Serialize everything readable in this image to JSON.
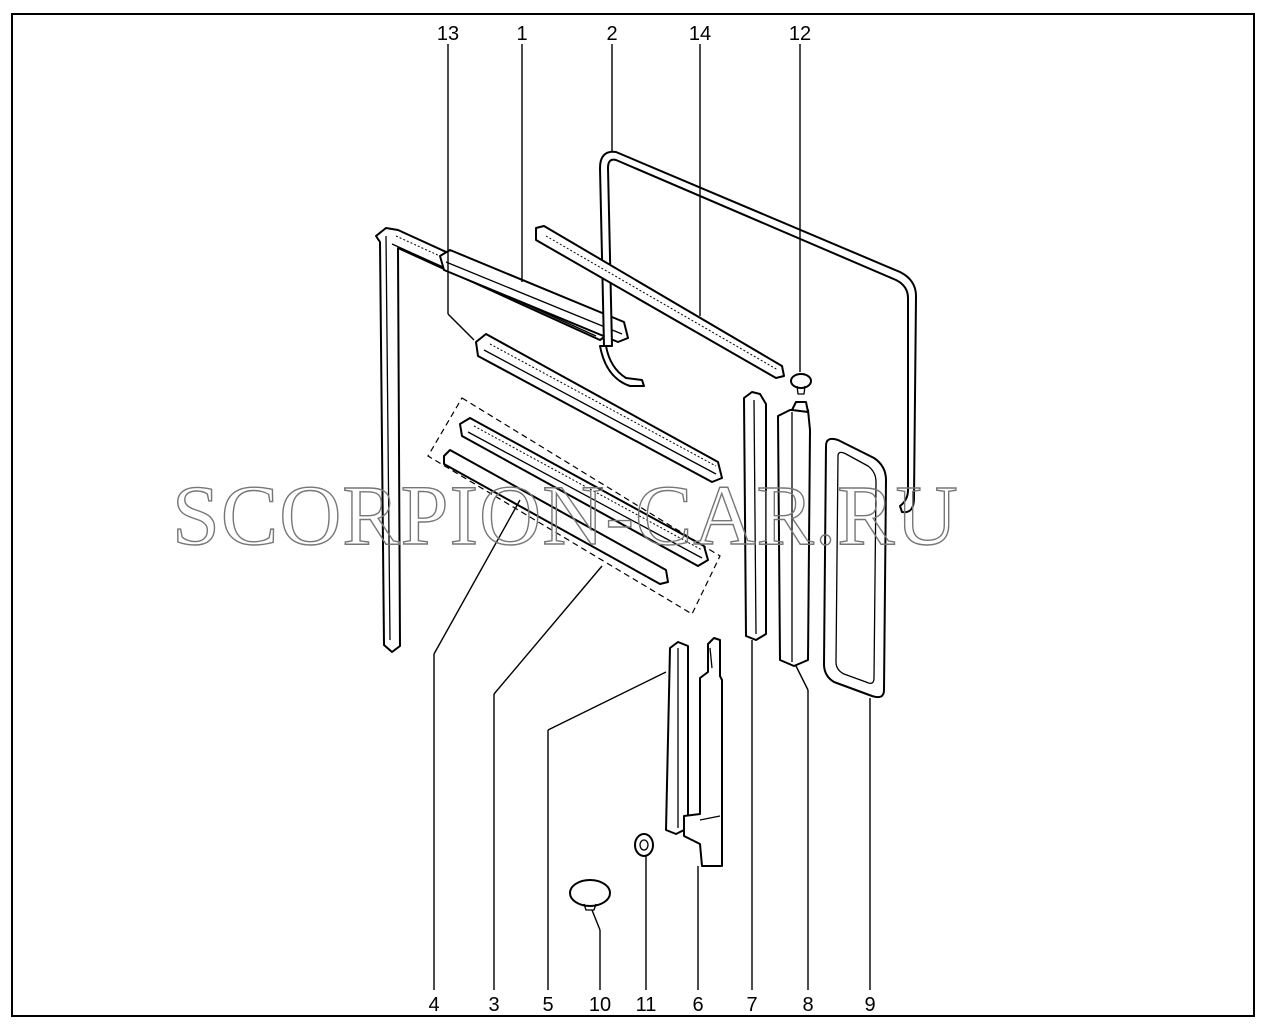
{
  "watermark": "SCORPION-CAR.RU",
  "callouts": {
    "c1": "1",
    "c2": "2",
    "c3": "3",
    "c4": "4",
    "c5": "5",
    "c6": "6",
    "c7": "7",
    "c8": "8",
    "c9": "9",
    "c10": "10",
    "c11": "11",
    "c12": "12",
    "c13": "13",
    "c14": "14"
  }
}
